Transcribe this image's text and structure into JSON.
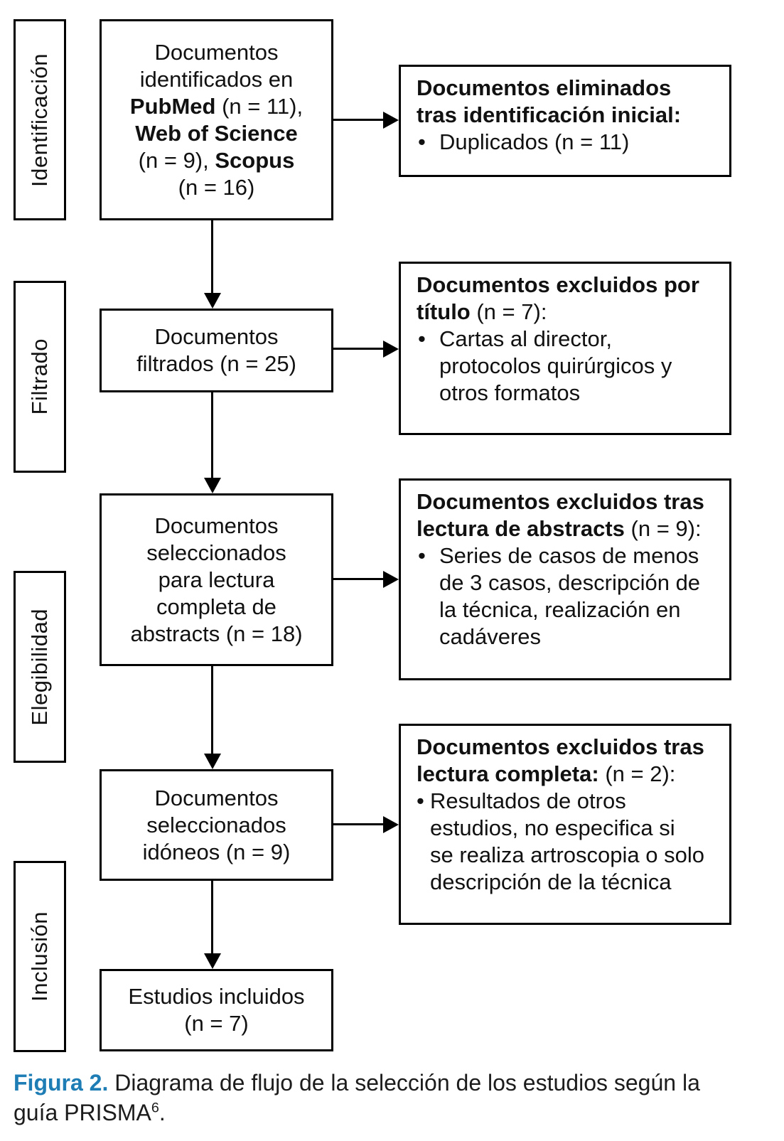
{
  "figure": {
    "bullet_char": "•",
    "stages": [
      {
        "label": "Identificación"
      },
      {
        "label": "Filtrado"
      },
      {
        "label": "Elegibilidad"
      },
      {
        "label": "Inclusión"
      }
    ],
    "flow_boxes": [
      {
        "segments": [
          {
            "t": "Documentos\nidentificados en\n",
            "b": false
          },
          {
            "t": "PubMed",
            "b": true
          },
          {
            "t": " (n = 11),\n",
            "b": false
          },
          {
            "t": "Web of Science",
            "b": true
          },
          {
            "t": "\n(n = 9), ",
            "b": false
          },
          {
            "t": "Scopus",
            "b": true
          },
          {
            "t": "\n(n = 16)",
            "b": false
          }
        ]
      },
      {
        "segments": [
          {
            "t": "Documentos\nfiltrados (n = 25)",
            "b": false
          }
        ]
      },
      {
        "segments": [
          {
            "t": "Documentos\nseleccionados\npara lectura\ncompleta de\nabstracts (n = 18)",
            "b": false
          }
        ]
      },
      {
        "segments": [
          {
            "t": "Documentos\nseleccionados\nidóneos (n = 9)",
            "b": false
          }
        ]
      },
      {
        "segments": [
          {
            "t": "Estudios incluidos\n(n = 7)",
            "b": false
          }
        ]
      }
    ],
    "exclusion_boxes": [
      {
        "header": [
          {
            "t": "Documentos eliminados\ntras identificación inicial:",
            "b": true
          }
        ],
        "bullets": [
          "Duplicados (n = 11)"
        ]
      },
      {
        "header": [
          {
            "t": "Documentos excluidos por\ntítulo",
            "b": true
          },
          {
            "t": " (n = 7):",
            "b": false
          }
        ],
        "bullets": [
          "Cartas al director,\nprotocolos quirúrgicos y\notros formatos"
        ]
      },
      {
        "header": [
          {
            "t": "Documentos excluidos tras\nlectura de abstracts",
            "b": true
          },
          {
            "t": " (n = 9):",
            "b": false
          }
        ],
        "bullets": [
          "Series de casos de menos\nde 3 casos, descripción de\nla técnica, realización en\ncadáveres"
        ]
      },
      {
        "header": [
          {
            "t": "Documentos excluidos tras\nlectura completa:",
            "b": true
          },
          {
            "t": " (n = 2):",
            "b": false
          }
        ],
        "bullets": [
          "Resultados de otros\nestudios, no especifica si\nse realiza artroscopia o solo\ndescripción de la técnica"
        ]
      }
    ],
    "caption": {
      "prefix": "Figura 2.",
      "body": " Diagrama de flujo de la selección de los estudios según la\nguía PRISMA",
      "sup": "6",
      "suffix": "."
    },
    "colors": {
      "caption_accent": "#1d7db4",
      "line": "#000000",
      "text": "#111111",
      "background": "#ffffff"
    }
  }
}
